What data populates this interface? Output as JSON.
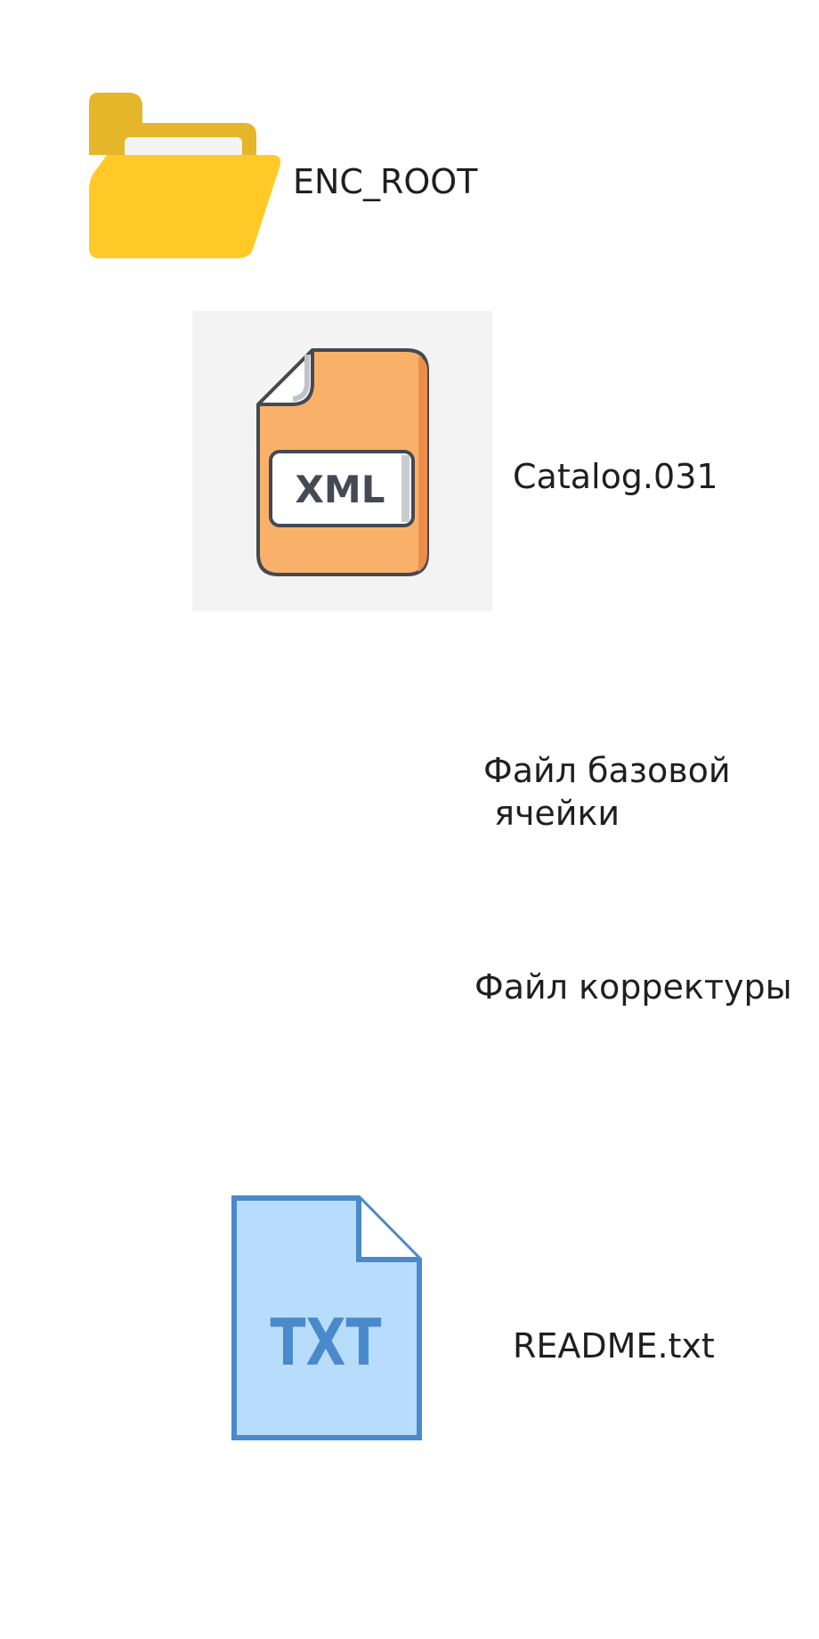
{
  "items": [
    {
      "label": "ENC_ROOT",
      "icon": "folder-icon"
    },
    {
      "label": "Catalog.031",
      "icon": "xml-file-icon",
      "badge": "XML"
    },
    {
      "label_line1": "Файл базовой",
      "label_line2": " ячейки",
      "icon": "none"
    },
    {
      "label": "Файл корректуры",
      "icon": "none"
    },
    {
      "label": "README.txt",
      "icon": "txt-file-icon",
      "badge": "TXT"
    }
  ],
  "colors": {
    "folder_back": "#E5B62A",
    "folder_front": "#FFC928",
    "xml_body": "#F9B169",
    "xml_outline": "#434A54",
    "txt_fill": "#B8DCFB",
    "txt_stroke": "#4A8ACB",
    "txt_text": "#4A8ACB"
  }
}
